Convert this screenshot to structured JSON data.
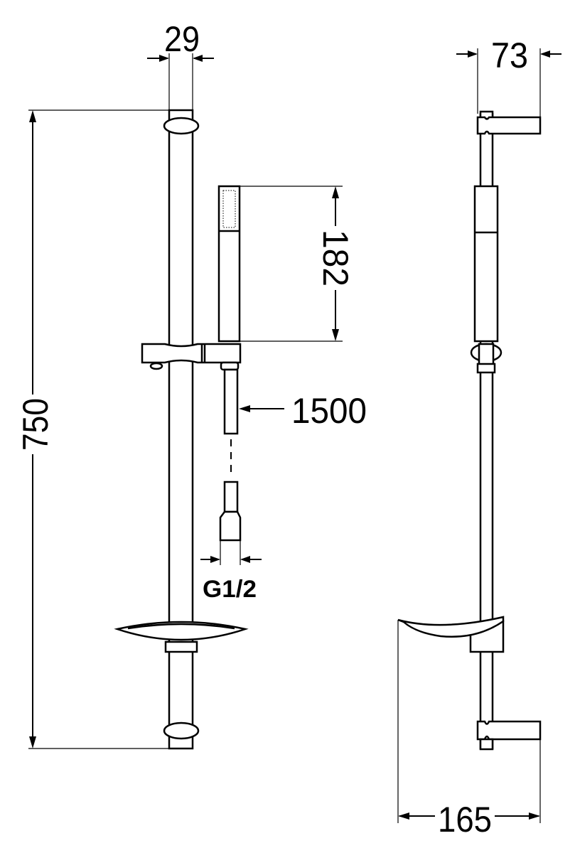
{
  "drawing": {
    "dimensions": {
      "rail_diameter": "29",
      "rail_length": "750",
      "handshower_length": "182",
      "hose_length": "1500",
      "connection_thread": "G1/2",
      "wall_projection": "73",
      "soap_dish_projection": "165"
    },
    "line_color": "#000000",
    "background_color": "#ffffff"
  }
}
